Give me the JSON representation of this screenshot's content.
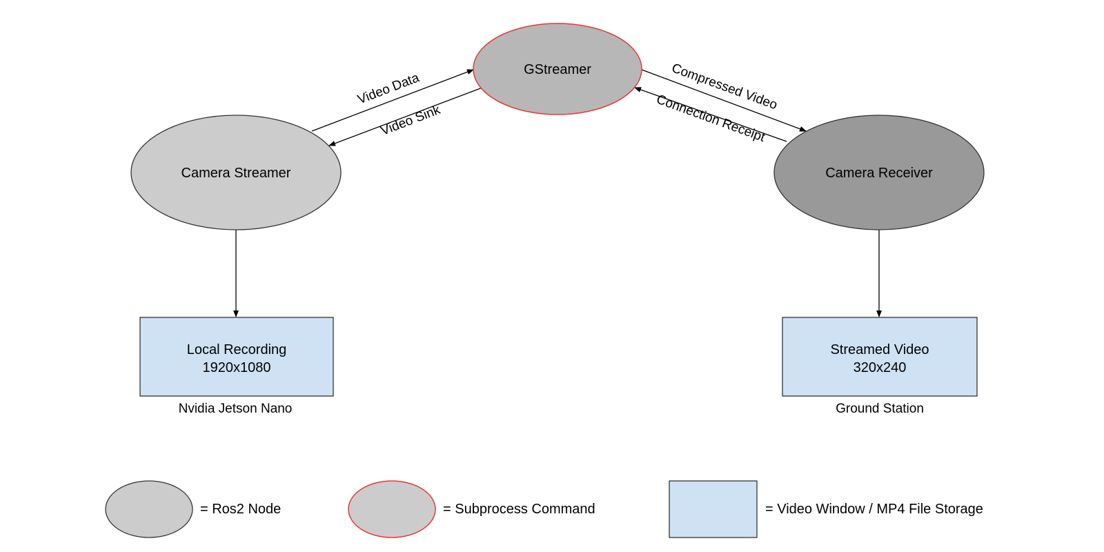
{
  "nodes": {
    "gstreamer": {
      "label": "GStreamer"
    },
    "camera_streamer": {
      "label": "Camera Streamer"
    },
    "camera_receiver": {
      "label": "Camera Receiver"
    }
  },
  "boxes": {
    "local_recording": {
      "line1": "Local Recording",
      "line2": "1920x1080",
      "caption": "Nvidia Jetson Nano"
    },
    "streamed_video": {
      "line1": "Streamed Video",
      "line2": "320x240",
      "caption": "Ground Station"
    }
  },
  "edges": {
    "video_data": "Video Data",
    "video_sink": "Video Sink",
    "compressed_video": "Compressed Video",
    "connection_receipt": "Connection Receipt"
  },
  "legend": {
    "ros2_node": "= Ros2 Node",
    "subprocess_command": "= Subprocess Command",
    "video_window": "= Video Window / MP4 File Storage"
  },
  "colors": {
    "ros2_node_fill": "#cccccc",
    "gstreamer_fill": "#b7b7b7",
    "receiver_fill": "#999999",
    "subprocess_border": "#e53935",
    "storage_fill": "#cfe2f3"
  }
}
